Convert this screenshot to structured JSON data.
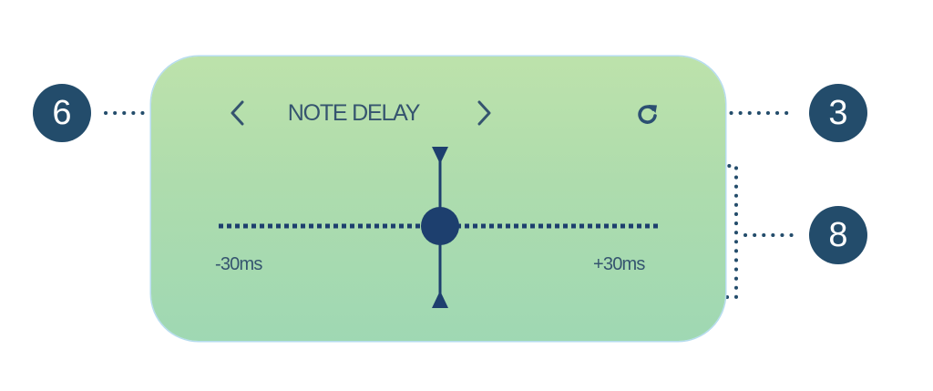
{
  "panel": {
    "title": "NOTE DELAY",
    "prev_icon": "chevron-left-icon",
    "next_icon": "chevron-right-icon",
    "reset_icon": "reset-icon",
    "slider": {
      "min_label": "-30ms",
      "max_label": "+30ms",
      "value_fraction": 0.5
    }
  },
  "callouts": {
    "nav": "6",
    "reset": "3",
    "slider": "8"
  },
  "colors": {
    "panel_top": "#bde2ab",
    "panel_bottom": "#9fd8b3",
    "text": "#35546f",
    "slider_dark": "#1d3f6e",
    "callout_bg": "#234c6b"
  }
}
